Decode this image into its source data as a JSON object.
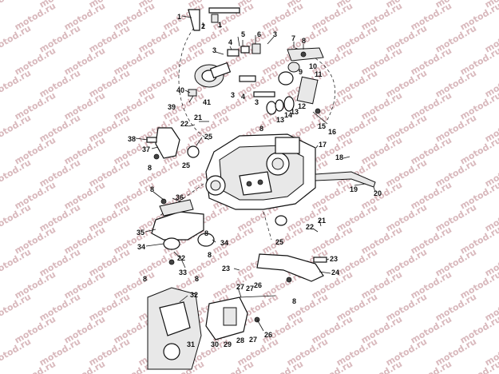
{
  "diagram": {
    "watermark_text": "motod.ru",
    "callouts": [
      "1",
      "2",
      "1",
      "5",
      "6",
      "3",
      "4",
      "3",
      "7",
      "8",
      "9",
      "10",
      "11",
      "3",
      "4",
      "3",
      "12",
      "13",
      "14",
      "13",
      "40",
      "41",
      "39",
      "22",
      "21",
      "38",
      "37",
      "8",
      "25",
      "25",
      "17",
      "15",
      "16",
      "8",
      "18",
      "19",
      "20",
      "8",
      "36",
      "35",
      "34",
      "22",
      "33",
      "8",
      "8",
      "25",
      "21",
      "22",
      "8",
      "34",
      "8",
      "23",
      "23",
      "24",
      "8",
      "32",
      "27",
      "26",
      "28",
      "27",
      "31",
      "30",
      "29",
      "27",
      "26"
    ]
  }
}
